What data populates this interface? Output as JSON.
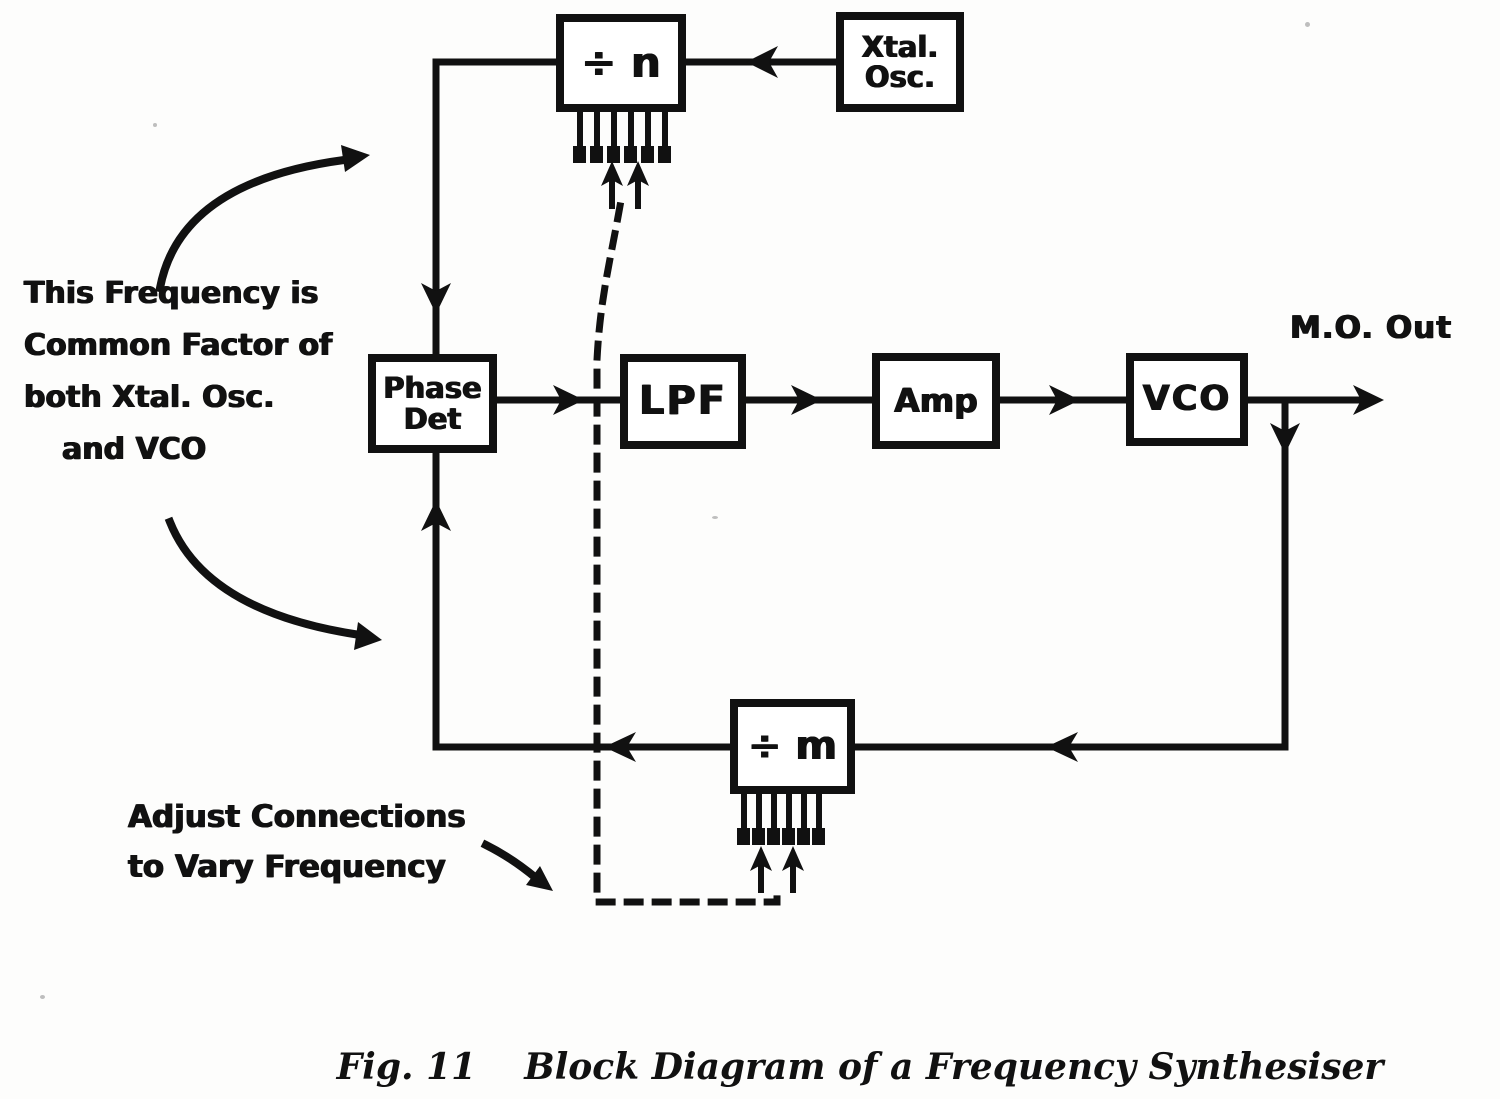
{
  "diagram": {
    "blocks": {
      "divider_n": {
        "label": "÷ n"
      },
      "xtal_osc": {
        "line1": "Xtal.",
        "line2": "Osc."
      },
      "phase_det": {
        "line1": "Phase",
        "line2": "Det"
      },
      "lpf": {
        "label": "LPF"
      },
      "amp": {
        "label": "Amp"
      },
      "vco": {
        "label": "VCO"
      },
      "divider_m": {
        "label": "÷ m"
      }
    },
    "labels": {
      "output": "M.O. Out"
    },
    "annotations": {
      "common_factor": {
        "line1": "This Frequency is",
        "line2": "Common Factor of",
        "line3": "both Xtal. Osc.",
        "line4": "and VCO"
      },
      "adjust": {
        "line1": "Adjust Connections",
        "line2": "to Vary Frequency"
      }
    },
    "caption": {
      "fig": "Fig. 11",
      "title": "Block Diagram of a Frequency Synthesiser"
    },
    "colors": {
      "ink": "#111111",
      "paper": "#fdfdfc"
    }
  }
}
